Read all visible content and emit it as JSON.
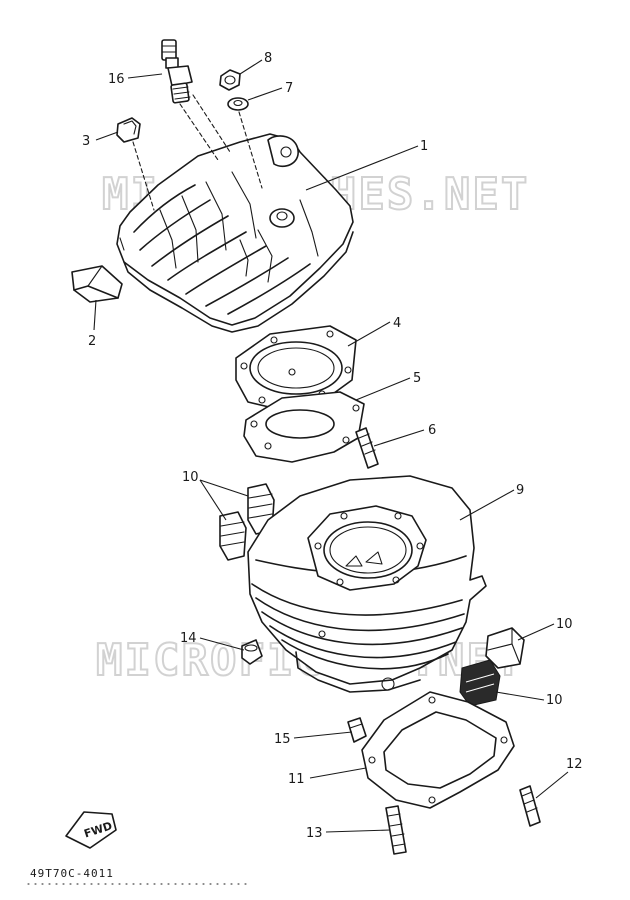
{
  "diagram": {
    "watermark_text": "MICROFICHES.NET",
    "drawing_code": "49T70C-4011",
    "fwd_label": "FWD",
    "callouts": [
      "16",
      "8",
      "7",
      "3",
      "1",
      "2",
      "4",
      "5",
      "6",
      "10",
      "9",
      "14",
      "10",
      "10",
      "15",
      "11",
      "12",
      "13"
    ]
  },
  "colors": {
    "ink": "#1a1a1a",
    "watermark": "#d2d2d2",
    "background": "#ffffff"
  }
}
